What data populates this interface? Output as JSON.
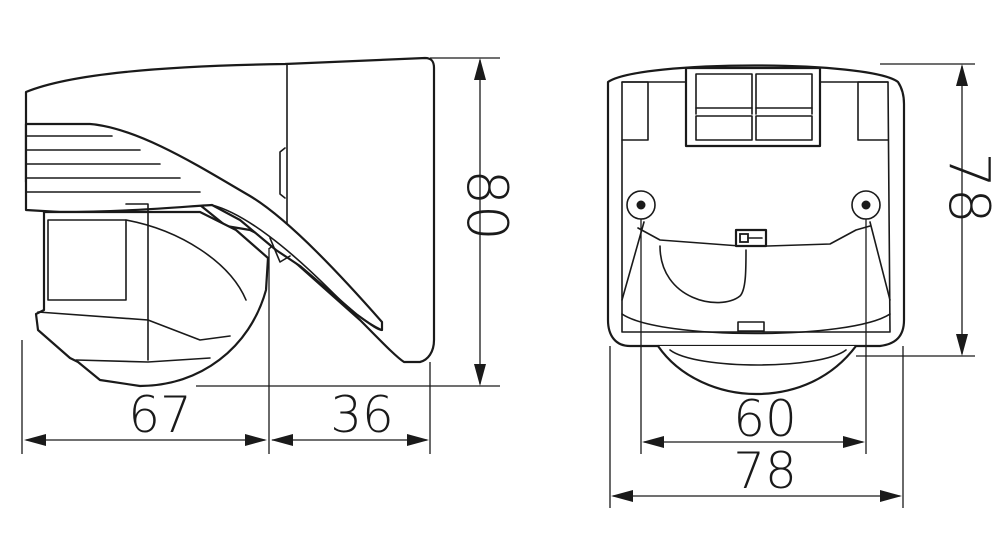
{
  "side_view": {
    "depth_front": "67",
    "depth_back": "36",
    "height": "80"
  },
  "front_view": {
    "height": "78",
    "hole_spacing": "60",
    "width": "78"
  }
}
